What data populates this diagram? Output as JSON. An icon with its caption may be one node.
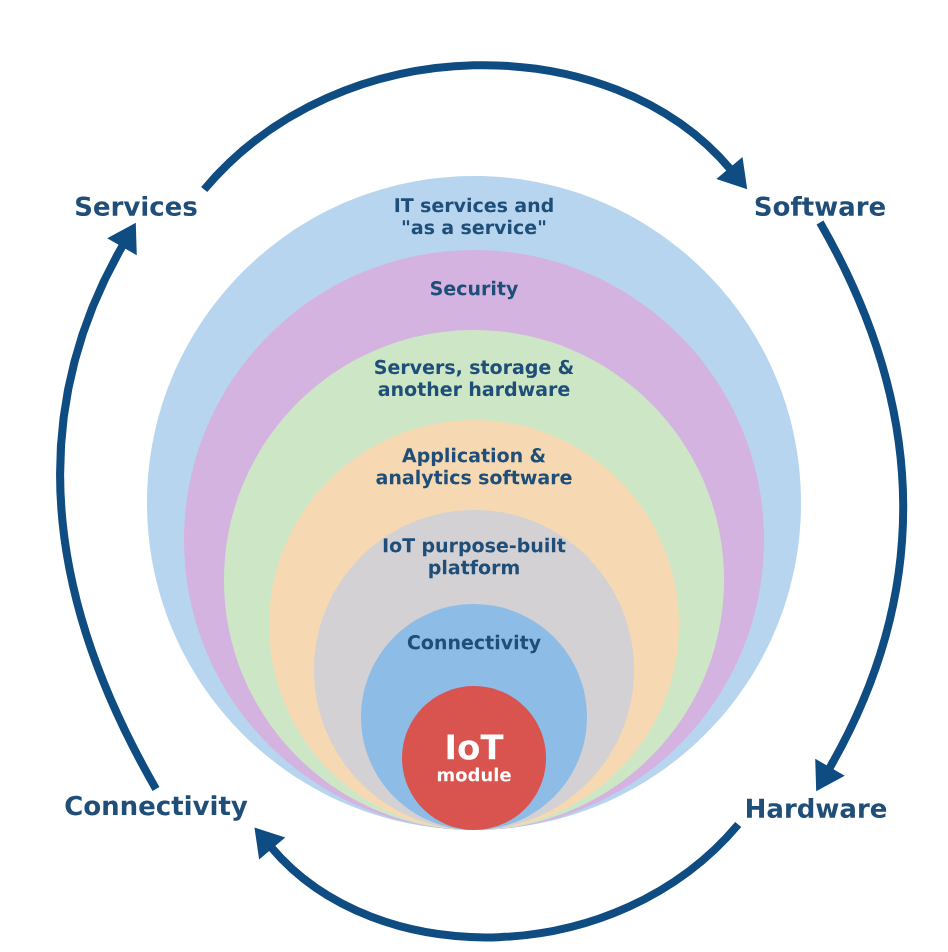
{
  "diagram": {
    "nodes": [
      {
        "text": [
          "IT services and \"as a service\""
        ]
      },
      {
        "text": [
          "Security"
        ],
        "in": 0
      },
      {
        "text": [
          "Servers, storage & another hardware"
        ],
        "in": 1
      },
      {
        "text": [
          "Application & analytics software"
        ],
        "in": 2
      },
      {
        "text": [
          "IoT purpose-built platform"
        ],
        "in": 3
      },
      {
        "text": [
          "Connectivity"
        ],
        "in": 4
      },
      {
        "text": [
          "IoT",
          "module"
        ],
        "in": 5
      },
      {
        "text": [
          "Services"
        ]
      },
      {
        "text": [
          "Software"
        ]
      },
      {
        "text": [
          "Hardware"
        ]
      },
      {
        "text": [
          "Connectivity"
        ]
      }
    ],
    "edges": [
      {
        "from": 7,
        "to": 8,
        "arrow": "to"
      },
      {
        "from": 8,
        "to": 9,
        "arrow": "to"
      },
      {
        "from": 9,
        "to": 10,
        "arrow": "to"
      },
      {
        "from": 10,
        "to": 7,
        "arrow": "to"
      }
    ]
  }
}
